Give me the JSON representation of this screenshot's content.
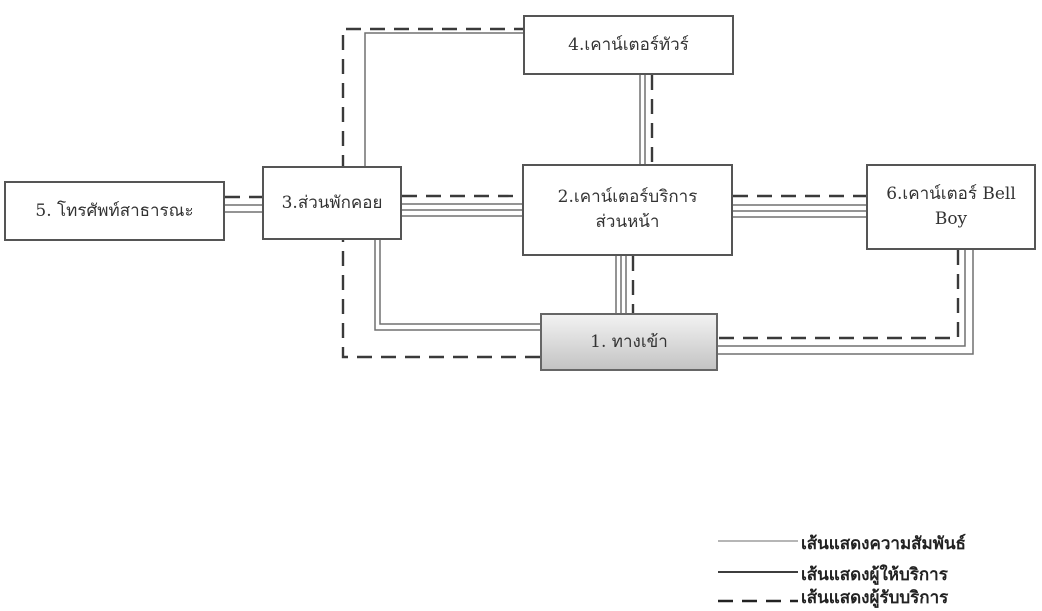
{
  "nodes": {
    "entrance": "1. ทางเข้า",
    "front_desk_line1": "2.เคาน์เตอร์บริการ",
    "front_desk_line2": "ส่วนหน้า",
    "lounge": "3.ส่วนพักคอย",
    "tour_counter": "4.เคาน์เตอร์ทัวร์",
    "public_phone": "5. โทรศัพท์สาธารณะ",
    "bellboy_line1": "6.เคาน์เตอร์ Bell",
    "bellboy_line2": "Boy"
  },
  "legend": {
    "relationship": "เส้นแสดงความสัมพันธ์",
    "provider": "เส้นแสดงผู้ให้บริการ",
    "customer": "เส้นแสดงผู้รับบริการ"
  },
  "colors": {
    "line": "#707070",
    "dash": "#3a3a3a",
    "box_border": "#555555",
    "entrance_fill_top": "#f2f2f2",
    "entrance_fill_bottom": "#c4c4c4"
  }
}
